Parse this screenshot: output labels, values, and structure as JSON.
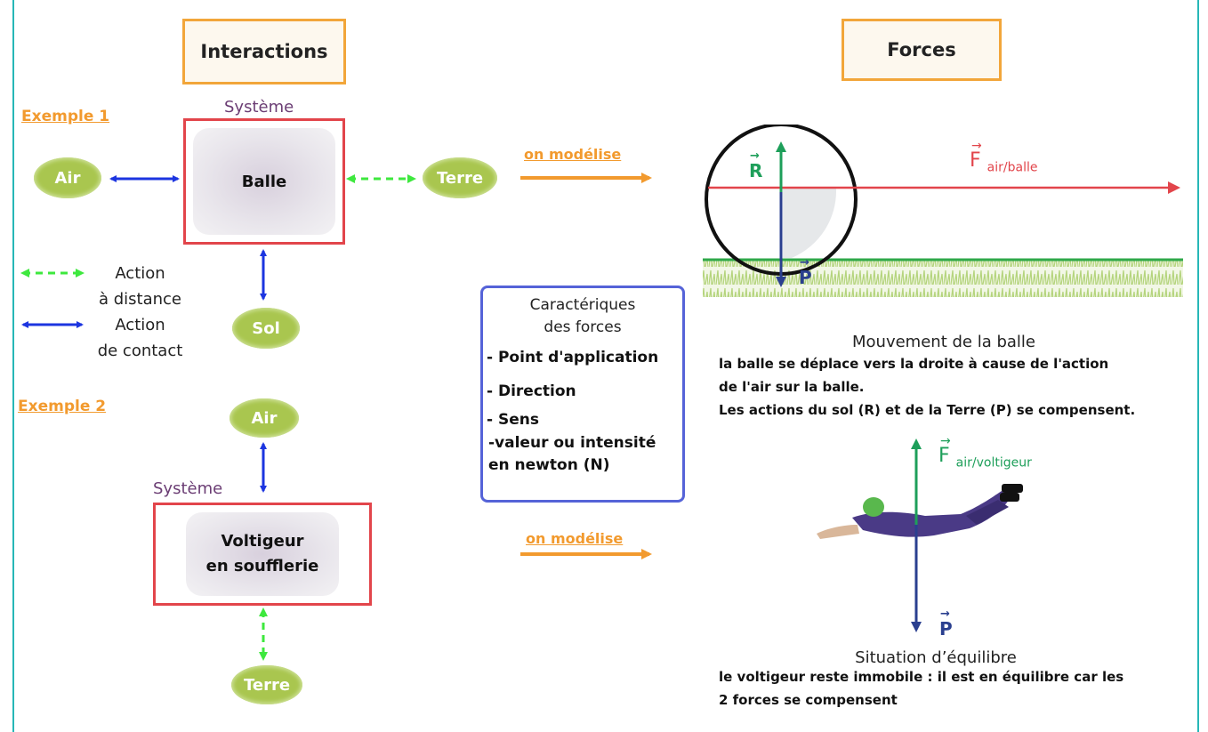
{
  "headers": {
    "interactions": "Interactions",
    "forces": "Forces"
  },
  "example1": {
    "label": "Exemple 1",
    "system_label": "Système",
    "system": "Balle",
    "air": "Air",
    "terre": "Terre",
    "sol": "Sol",
    "model_label": "on modélise"
  },
  "legend": {
    "distance_line1": "Action",
    "distance_line2": "à distance",
    "contact_line1": "Action",
    "contact_line2": "de contact"
  },
  "example2": {
    "label": "Exemple 2",
    "system_label": "Système",
    "system_line1": "Voltigeur",
    "system_line2": "en soufflerie",
    "air": "Air",
    "terre": "Terre",
    "model_label": "on modélise"
  },
  "characteristics": {
    "title_line1": "Caractériques",
    "title_line2": "des forces",
    "items": [
      "- Point d'application",
      "- Direction",
      "- Sens",
      "-valeur ou intensité",
      "en newton (N)"
    ]
  },
  "ball_diagram": {
    "force_air": "F",
    "force_air_sub": "air/balle",
    "reaction": "R",
    "weight": "P",
    "caption_title": "Mouvement de la balle",
    "caption_lines": [
      "la balle se déplace vers la droite à cause de l'action",
      "de l'air sur la balle.",
      "Les actions du sol (R) et de la Terre (P) se compensent."
    ]
  },
  "skydiver_diagram": {
    "force_air": "F",
    "force_air_sub": "air/voltigeur",
    "weight": "P",
    "caption_title": "Situation d’équilibre",
    "caption_lines": [
      "le voltigeur reste immobile : il est en équilibre car les",
      "2 forces se compensent"
    ]
  },
  "colors": {
    "orange": "#f29a2e",
    "contact_arrow": "#1c35e0",
    "distance_arrow": "#3ee83e",
    "force_air_ball": "#e2454b",
    "force_green": "#1e9f5a",
    "force_weight": "#2a3f8f",
    "system_border": "#e2454b",
    "characteristics_border": "#5563d8"
  }
}
